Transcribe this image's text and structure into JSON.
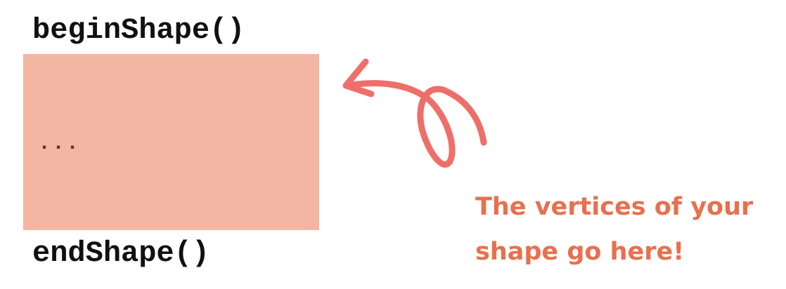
{
  "code": {
    "begin": "beginShape()",
    "placeholder": "...",
    "end": "endShape()"
  },
  "caption": {
    "line1": "The vertices of your",
    "line2": "shape go here!"
  },
  "colors": {
    "box_fill": "#F3B6A2",
    "arrow": "#EE6F6A",
    "caption": "#E8704E",
    "code_text": "#111111",
    "placeholder_text": "#5A3A2E"
  },
  "icons": {
    "arrow": "curly-arrow-icon"
  }
}
